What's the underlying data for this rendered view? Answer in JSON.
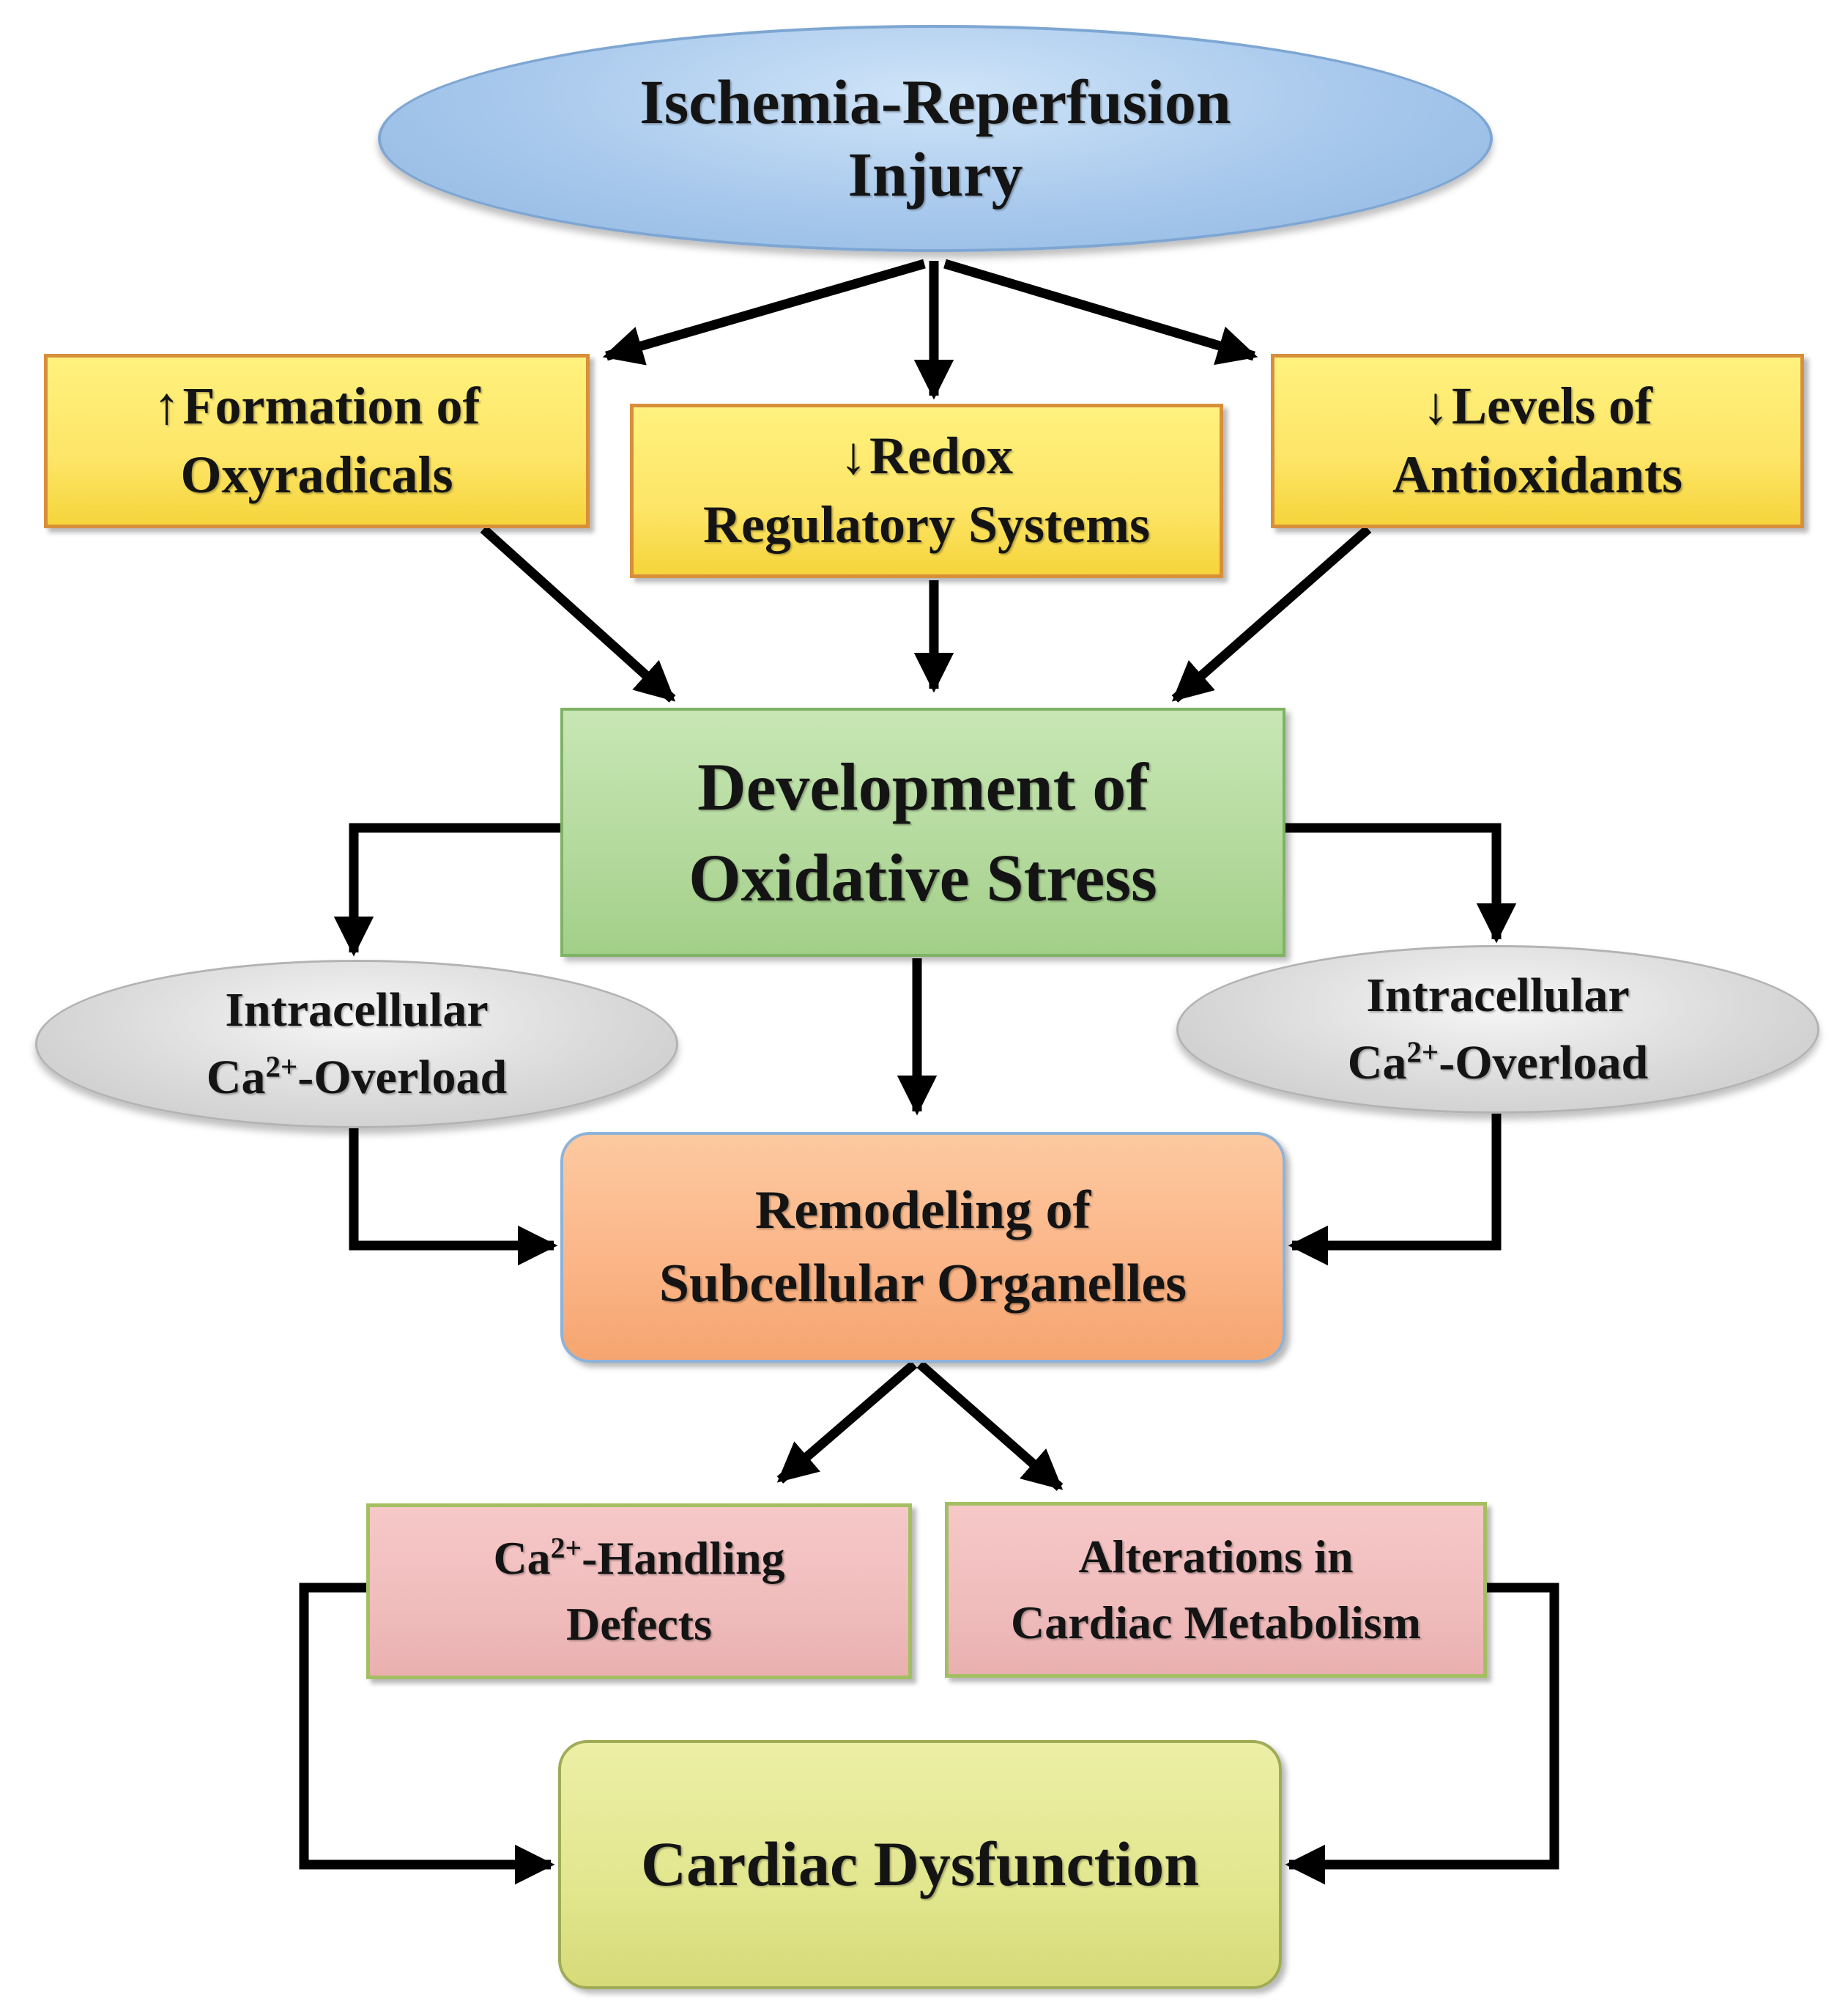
{
  "diagram": {
    "nodes": {
      "ischemia": {
        "line1": "Ischemia-Reperfusion",
        "line2": "Injury"
      },
      "oxyradicals": {
        "arrow": "↑",
        "line1": "Formation of",
        "line2": "Oxyradicals"
      },
      "redox": {
        "arrow": "↓",
        "line1": "Redox",
        "line2": "Regulatory Systems"
      },
      "antioxidants": {
        "arrow": "↓",
        "line1": "Levels of",
        "line2": "Antioxidants"
      },
      "oxidative_stress": {
        "line1": "Development of",
        "line2": "Oxidative Stress"
      },
      "ca_overload_left": {
        "line1": "Intracellular",
        "ca": "Ca",
        "sup": "2+",
        "rest": "-Overload"
      },
      "ca_overload_right": {
        "line1": "Intracellular",
        "ca": "Ca",
        "sup": "2+",
        "rest": "-Overload"
      },
      "remodeling": {
        "line1": "Remodeling of",
        "line2": "Subcellular Organelles"
      },
      "ca_handling": {
        "ca": "Ca",
        "sup": "2+",
        "rest": "-Handling",
        "line2": "Defects"
      },
      "alterations": {
        "line1": "Alterations in",
        "line2": "Cardiac Metabolism"
      },
      "cardiac_dysfunction": {
        "line1": "Cardiac Dysfunction"
      }
    },
    "colors": {
      "ischemia_fill": "#a7c8ec",
      "yellow_fill": "#fde567",
      "yellow_border": "#d88f3a",
      "green_fill": "#b3d99c",
      "grey_fill": "#dadada",
      "orange_fill": "#fbb486",
      "pink_fill": "#f0bcbc",
      "pink_border": "#a3bf62",
      "bottom_fill": "#e2e68e",
      "arrow": "#000000"
    }
  }
}
